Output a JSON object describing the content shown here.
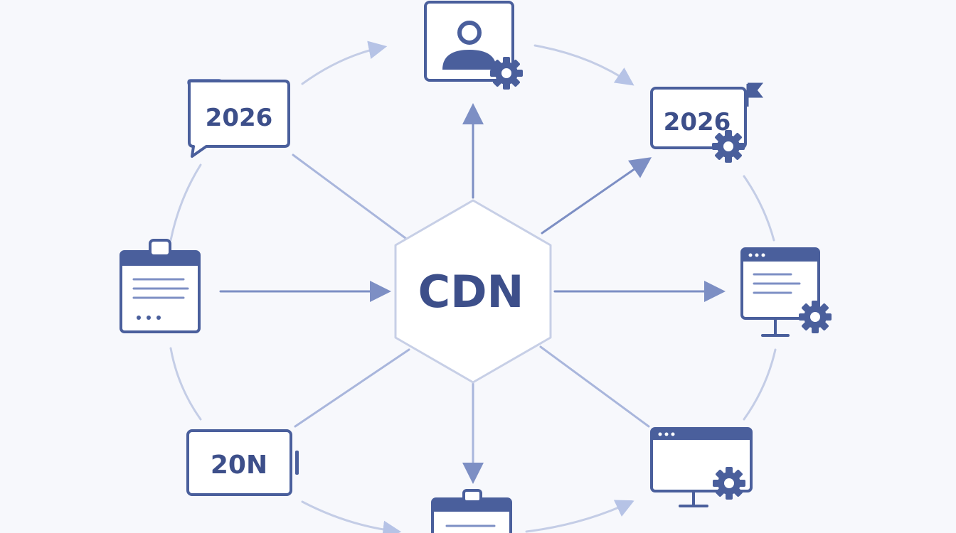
{
  "colors": {
    "background": "#f7f8fc",
    "primary": "#4a5f9c",
    "primary_dark": "#3d4f8a",
    "arrow": "#7d8fc4",
    "ring": "#c4cde6",
    "line": "#a9b6dc",
    "hub_fill": "#ffffff",
    "hub_stroke": "#c7cfe6"
  },
  "hub": {
    "label": "CDN"
  },
  "nodes": {
    "top_center": {
      "icon": "user-gear-icon"
    },
    "top_left": {
      "icon": "calendar-chat-icon",
      "label": "2026"
    },
    "top_right": {
      "icon": "calendar-gear-icon",
      "label": "2026"
    },
    "mid_left": {
      "icon": "clipboard-document-icon"
    },
    "mid_right": {
      "icon": "monitor-gear-icon"
    },
    "bottom_left": {
      "icon": "battery-card-icon",
      "label": "20N"
    },
    "bottom_center": {
      "icon": "clipboard-document-icon"
    },
    "bottom_right": {
      "icon": "monitor-gear-icon"
    }
  }
}
